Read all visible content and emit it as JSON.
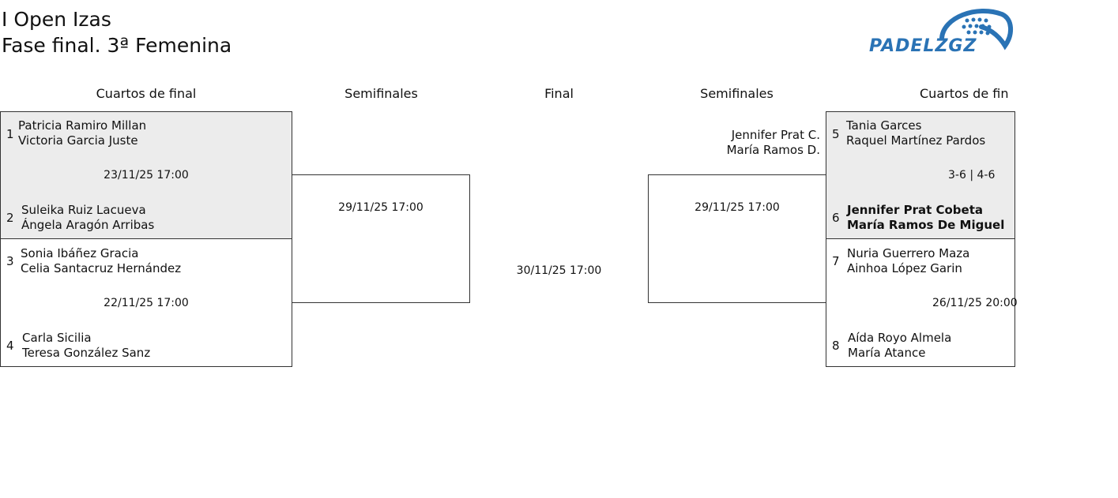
{
  "header": {
    "title_line1": "I Open Izas",
    "title_line2": "Fase final. 3ª Femenina",
    "logo_text": "PADELZGZ"
  },
  "rounds": {
    "left_quarter": "Cuartos de final",
    "left_semi": "Semifinales",
    "final": "Final",
    "right_semi": "Semifinales",
    "right_quarter": "Cuartos de fin"
  },
  "left_quarters": [
    {
      "datetime": "23/11/25 17:00",
      "teams": [
        {
          "seed": "1",
          "p1": "Patricia Ramiro Millan",
          "p2": "Victoria Garcia Juste"
        },
        {
          "seed": "2",
          "p1": "Suleika Ruiz Lacueva",
          "p2": "Ángela Aragón Arribas"
        }
      ]
    },
    {
      "datetime": "22/11/25 17:00",
      "teams": [
        {
          "seed": "3",
          "p1": "Sonia Ibáñez Gracia",
          "p2": "Celia Santacruz Hernández"
        },
        {
          "seed": "4",
          "p1": "Carla Sicilia",
          "p2": "Teresa González Sanz"
        }
      ]
    }
  ],
  "left_semi": {
    "datetime": "29/11/25 17:00"
  },
  "final": {
    "datetime": "30/11/25 17:00"
  },
  "right_semi": {
    "datetime": "29/11/25 17:00",
    "advanced_p1": "Jennifer Prat C.",
    "advanced_p2": "María Ramos D."
  },
  "right_quarters": [
    {
      "score": "3-6 | 4-6",
      "teams": [
        {
          "seed": "5",
          "p1": "Tania Garces",
          "p2": "Raquel Martínez Pardos"
        },
        {
          "seed": "6",
          "p1": "Jennifer Prat Cobeta",
          "p2": "María Ramos De Miguel"
        }
      ]
    },
    {
      "datetime": "26/11/25 20:00",
      "teams": [
        {
          "seed": "7",
          "p1": "Nuria Guerrero Maza",
          "p2": "Ainhoa López Garin"
        },
        {
          "seed": "8",
          "p1": "Aída Royo Almela",
          "p2": "María Atance"
        }
      ]
    }
  ]
}
